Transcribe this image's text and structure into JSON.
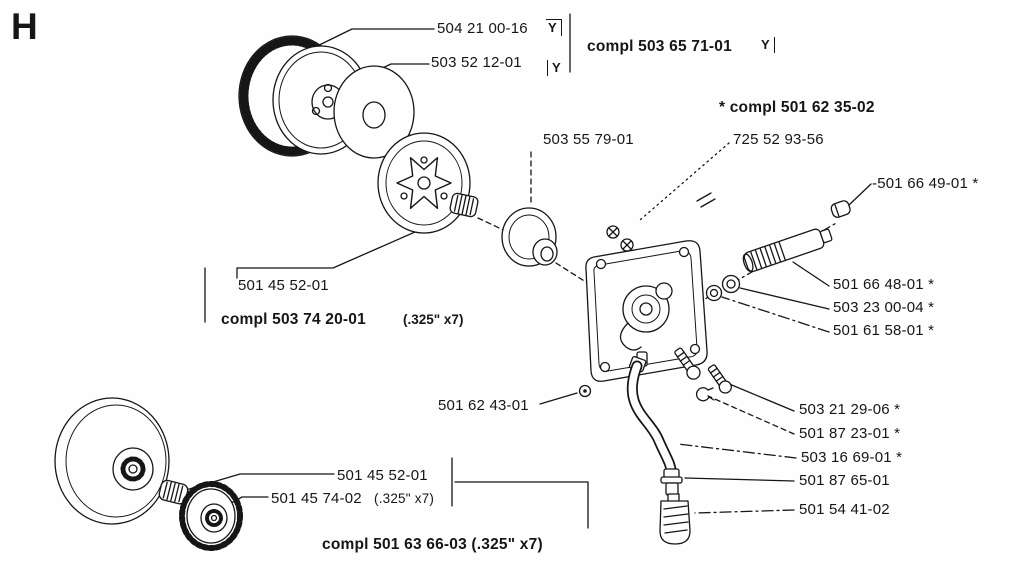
{
  "page": {
    "section_letter": "H",
    "ink_color": "#161616",
    "paper_color": "#fefefe"
  },
  "labels": {
    "p504_21_00_16": "504 21 00-16",
    "sym_top": "Y",
    "compl_503_65_71_01": "compl 503 65 71-01",
    "sym_compl": "Y",
    "p503_52_12_01": "503 52 12-01",
    "sym_mid": "Y",
    "compl_501_62_35_02": "* compl 501 62 35-02",
    "p503_55_79_01": "503 55 79-01",
    "p725_52_93_56": "725 52 93-56",
    "p501_66_49_01": "-501 66 49-01 *",
    "p501_45_52_01_top": "501 45 52-01",
    "compl_503_74_20_01": "compl 503 74 20-01",
    "spec_503_74_20_01": "(.325\" x7)",
    "p501_66_48_01": "501 66 48-01 *",
    "p503_23_00_04": "503 23 00-04 *",
    "p501_61_58_01": "501 61 58-01 *",
    "p503_21_29_06": "503 21 29-06 *",
    "p501_87_23_01": "501 87 23-01 *",
    "p503_16_69_01": "503 16 69-01 *",
    "p501_87_65_01": "501 87 65-01",
    "p501_54_41_02": "501 54 41-02",
    "p501_62_43_01": "501 62 43-01",
    "p501_45_52_01_bottom": "501 45 52-01",
    "p501_45_74_02": "501 45 74-02",
    "spec_501_45_74_02": "(.325\" x7)",
    "compl_501_63_66_03": "compl 501 63 66-03 (.325\" x7)"
  }
}
